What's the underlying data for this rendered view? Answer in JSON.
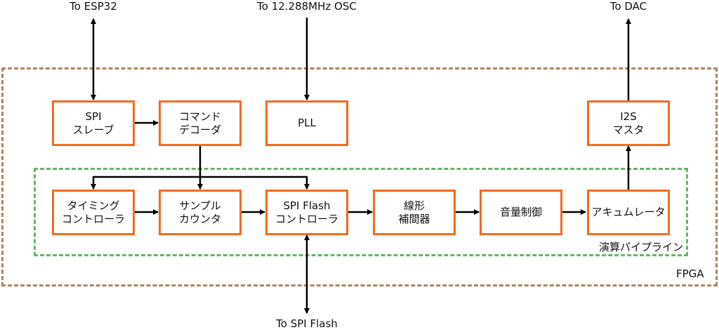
{
  "external": {
    "esp32": "To ESP32",
    "osc": "To 12.288MHz OSC",
    "dac": "To DAC",
    "spi_flash": "To SPI Flash"
  },
  "groups": {
    "fpga": "FPGA",
    "pipeline": "演算パイプライン"
  },
  "blocks": {
    "spi_slave": {
      "line1": "SPI",
      "line2": "スレーブ"
    },
    "cmd_decoder": {
      "line1": "コマンド",
      "line2": "デコーダ"
    },
    "pll": {
      "line1": "PLL",
      "line2": ""
    },
    "i2s_master": {
      "line1": "I2S",
      "line2": "マスタ"
    },
    "timing_ctrl": {
      "line1": "タイミング",
      "line2": "コントローラ"
    },
    "sample_counter": {
      "line1": "サンプル",
      "line2": "カウンタ"
    },
    "flash_ctrl": {
      "line1": "SPI Flash",
      "line2": "コントローラ"
    },
    "interp": {
      "line1": "線形",
      "line2": "補間器"
    },
    "volume": {
      "line1": "音量制御",
      "line2": ""
    },
    "accumulator": {
      "line1": "アキュムレータ",
      "line2": ""
    }
  },
  "colors": {
    "block_border": "#f26b21",
    "fpga_border": "#a98862",
    "pipeline_border": "#6ab36a",
    "wire": "#000000"
  }
}
